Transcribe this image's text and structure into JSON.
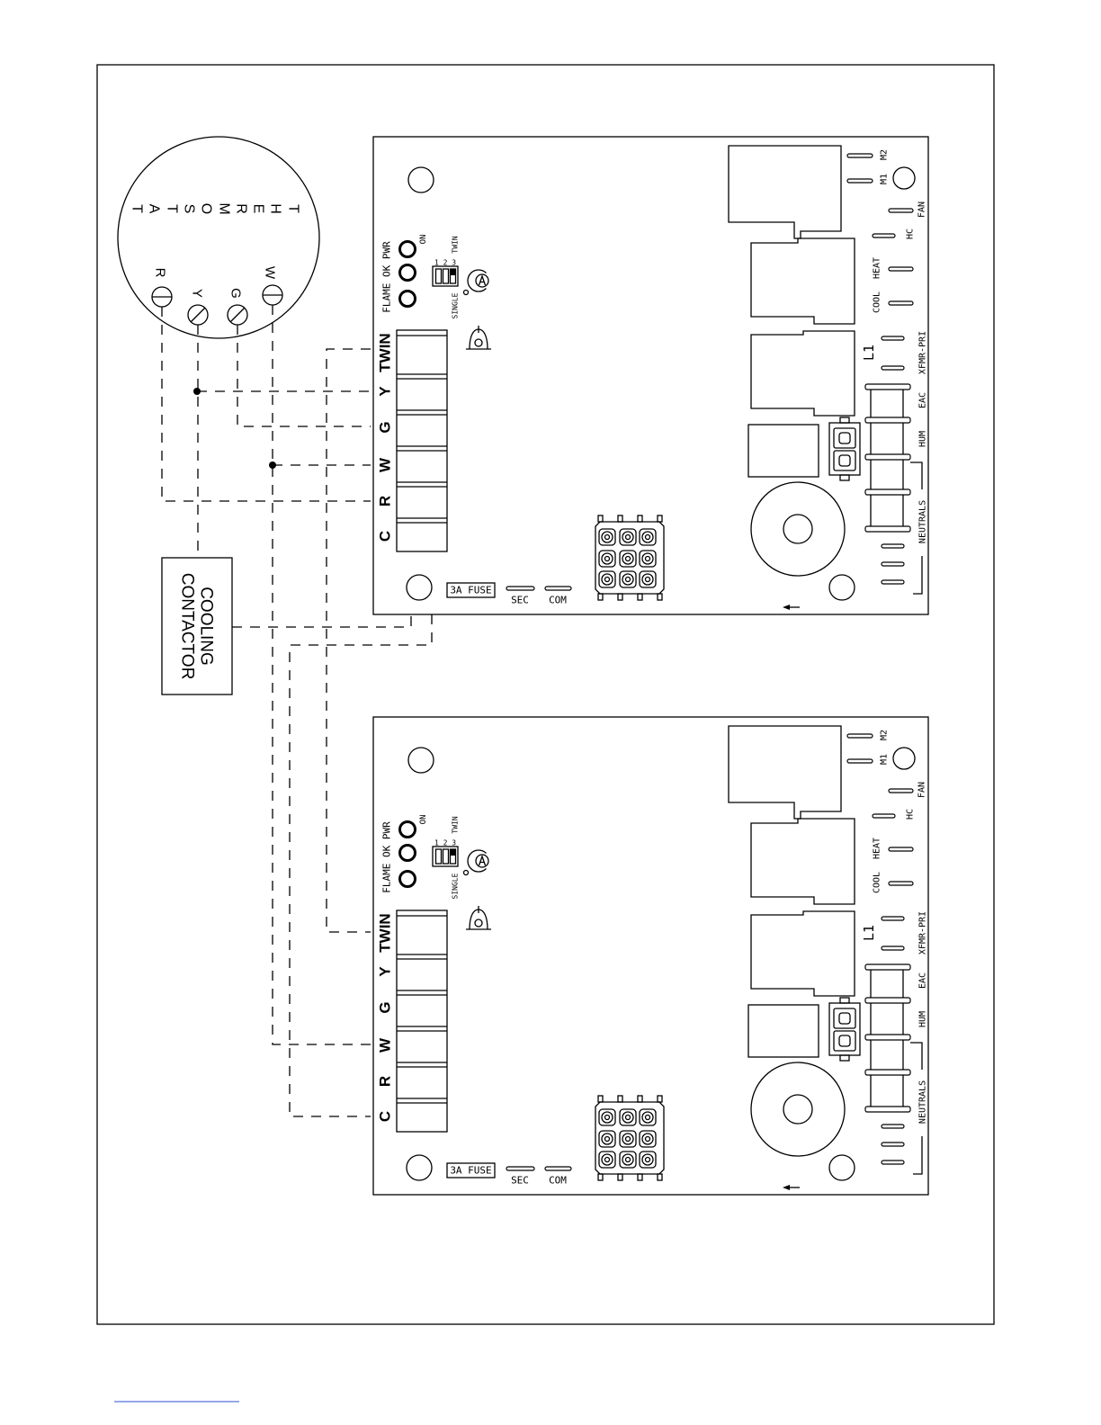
{
  "colors": {
    "ink": "#000000",
    "underline": "#2e4fd6"
  },
  "thermostat": {
    "letters": [
      "T",
      "H",
      "E",
      "R",
      "M",
      "O",
      "S",
      "T",
      "A",
      "T"
    ],
    "terminals": {
      "r": "R",
      "y": "Y",
      "g": "G",
      "w": "W"
    }
  },
  "cooling_contactor": {
    "line1": "COOLING",
    "line2": "CONTACTOR"
  },
  "control_board": {
    "led_labels": "FLAME OK PWR",
    "dip_switch": {
      "on": "ON",
      "numbers": "1 2 3",
      "twin": "TWIN",
      "single": "SINGLE"
    },
    "terminals": [
      "TWIN",
      "Y",
      "G",
      "W",
      "R",
      "C"
    ],
    "fuse": "3A FUSE",
    "sec": "SEC",
    "com": "COM",
    "m1": "M1",
    "m2": "M2",
    "fan": "FAN",
    "hc": "HC",
    "heat": "HEAT",
    "cool": "COOL",
    "l1": "L1",
    "xfmr_pri": "XFMR-PRI",
    "eac": "EAC",
    "hum": "HUM",
    "neutrals": "NEUTRALS"
  }
}
